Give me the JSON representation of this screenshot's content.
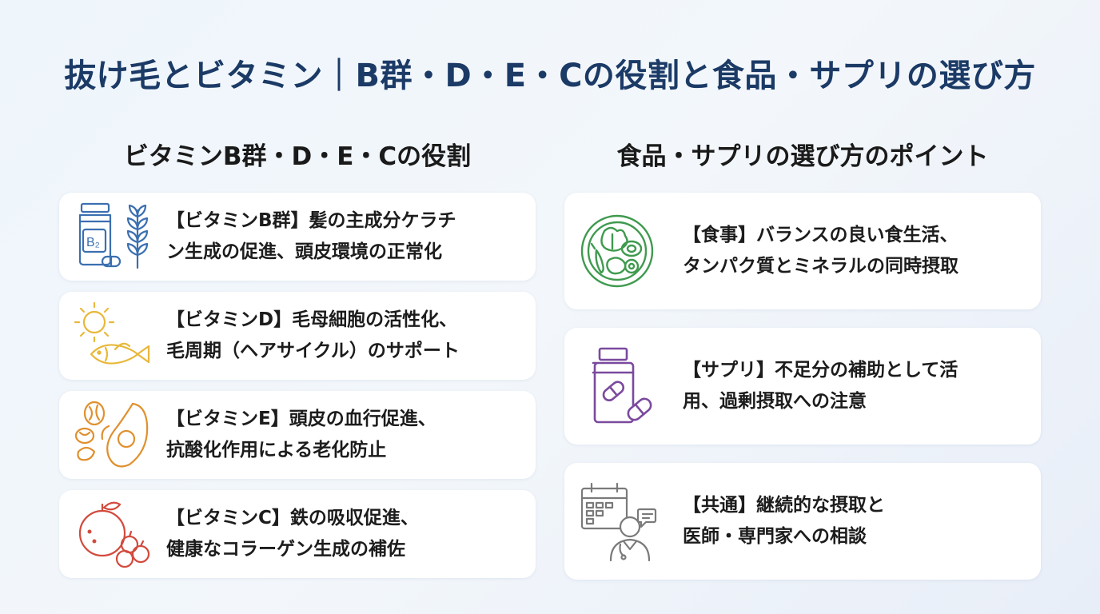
{
  "title": "抜け毛とビタミン｜B群・D・E・Cの役割と食品・サプリの選び方",
  "left": {
    "heading": "ビタミンB群・D・E・Cの役割",
    "cards": [
      {
        "line1": "【ビタミンB群】髪の主成分ケラチ",
        "line2": "ン生成の促進、頭皮環境の正常化",
        "icon_label": "B₂"
      },
      {
        "line1": "【ビタミンD】毛母細胞の活性化、",
        "line2": "毛周期（ヘアサイクル）のサポート"
      },
      {
        "line1": "【ビタミンE】頭皮の血行促進、",
        "line2": "抗酸化作用による老化防止"
      },
      {
        "line1": "【ビタミンC】鉄の吸収促進、",
        "line2": "健康なコラーゲン生成の補佐"
      }
    ]
  },
  "right": {
    "heading": "食品・サプリの選び方のポイント",
    "cards": [
      {
        "line1": "【食事】バランスの良い食生活、",
        "line2": "タンパク質とミネラルの同時摂取"
      },
      {
        "line1": "【サプリ】不足分の補助として活",
        "line2": "用、過剰摂取への注意"
      },
      {
        "line1": "【共通】継続的な摂取と",
        "line2": "医師・専門家への相談"
      }
    ]
  },
  "icons": [
    "supplement-bottle-wheat-icon",
    "sun-fish-icon",
    "nuts-avocado-icon",
    "orange-berries-icon",
    "food-plate-icon",
    "pill-bottle-icon",
    "calendar-doctor-icon"
  ],
  "colors": {
    "title": "#1b3a66",
    "b": "#3b6fb0",
    "d": "#e8b83a",
    "e": "#e0902e",
    "c": "#d24a3c",
    "food": "#3f9a4e",
    "supp": "#7a4a9e",
    "common": "#7a7a7a"
  }
}
